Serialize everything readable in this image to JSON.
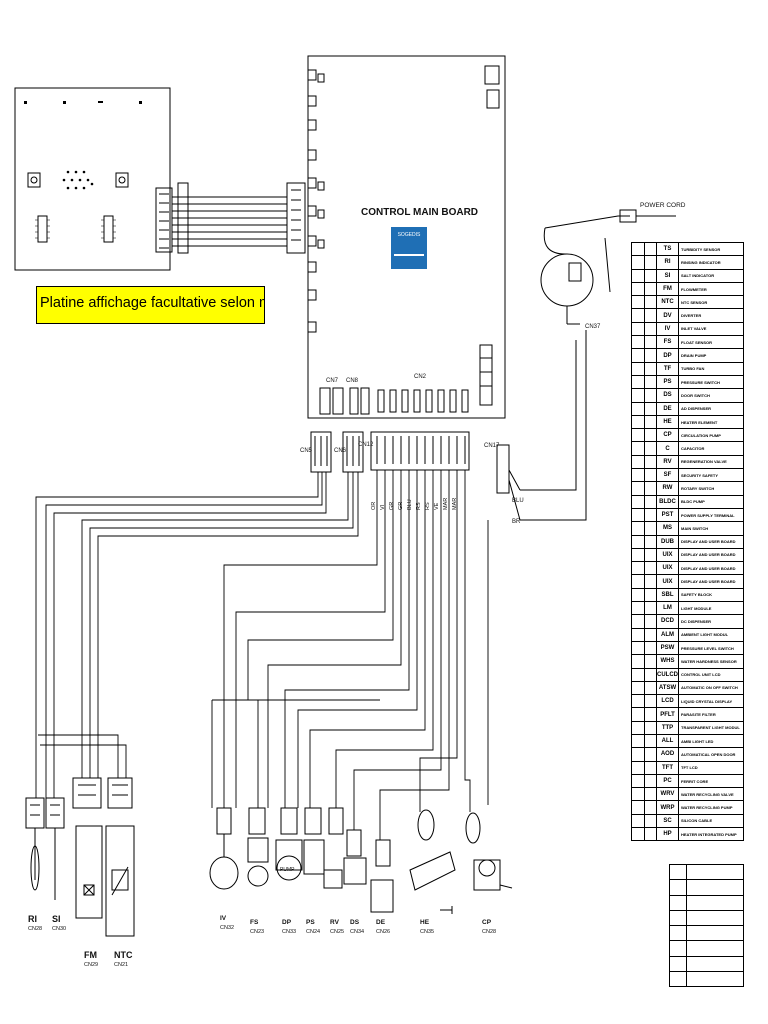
{
  "display_note": "Platine affichage facultative selon modèle",
  "board_title": "CONTROL MAIN BOARD",
  "brand_logo": "SOGEDIS",
  "power_cord_label": "POWER CORD",
  "connectors": {
    "cn7": "CN7",
    "cn8": "CN8",
    "cn2": "CN2",
    "cn5": "CN5",
    "cn6": "CN6",
    "cn12": "CN12",
    "cn17": "CN17",
    "cn37": "CN37"
  },
  "cn12_wire_labels": [
    "OR",
    "VI",
    "GR",
    "GR",
    "BLU",
    "RS",
    "RS",
    "VE",
    "MAR",
    "MAR"
  ],
  "power_wires": {
    "blu": "BLU",
    "br": "BR"
  },
  "components": [
    {
      "code": "RI",
      "cn": "CN28"
    },
    {
      "code": "SI",
      "cn": "CN30"
    },
    {
      "code": "FM",
      "cn": "CN29"
    },
    {
      "code": "NTC",
      "cn": "CN21"
    },
    {
      "code": "IV",
      "cn": "CN32"
    },
    {
      "code": "FS",
      "cn": "CN23"
    },
    {
      "code": "DP",
      "cn": "CN33"
    },
    {
      "code": "PS",
      "cn": "CN24"
    },
    {
      "code": "RV",
      "cn": "CN25"
    },
    {
      "code": "DS",
      "cn": "CN34"
    },
    {
      "code": "DE",
      "cn": "CN26"
    },
    {
      "code": "HE",
      "cn": "CN35"
    },
    {
      "code": "CP",
      "cn": "CN28"
    }
  ],
  "pump_label": "PUMP",
  "legend": [
    {
      "code": "TS",
      "desc": "TURBIDITY SENSOR"
    },
    {
      "code": "RI",
      "desc": "RINSING INDICATOR"
    },
    {
      "code": "SI",
      "desc": "SALT INDICATOR"
    },
    {
      "code": "FM",
      "desc": "FLOWMETER"
    },
    {
      "code": "NTC",
      "desc": "NTC SENSOR"
    },
    {
      "code": "DV",
      "desc": "DIVERTER"
    },
    {
      "code": "IV",
      "desc": "INLET VALVE"
    },
    {
      "code": "FS",
      "desc": "FLOAT SENSOR"
    },
    {
      "code": "DP",
      "desc": "DRAIN PUMP"
    },
    {
      "code": "TF",
      "desc": "TURBO FAN"
    },
    {
      "code": "PS",
      "desc": "PRESSURE SWITCH"
    },
    {
      "code": "DS",
      "desc": "DOOR SWITCH"
    },
    {
      "code": "DE",
      "desc": "AD DISPENSER"
    },
    {
      "code": "HE",
      "desc": "HEATER ELEMENT"
    },
    {
      "code": "CP",
      "desc": "CIRCULATION PUMP"
    },
    {
      "code": "C",
      "desc": "CAPACITOR"
    },
    {
      "code": "RV",
      "desc": "REGENERATION VALVE"
    },
    {
      "code": "SF",
      "desc": "SECURITY SAFETY"
    },
    {
      "code": "RW",
      "desc": "ROTARY SWITCH"
    },
    {
      "code": "BLDC",
      "desc": "BLDC PUMP"
    },
    {
      "code": "PST",
      "desc": "POWER SUPPLY TERMINAL"
    },
    {
      "code": "MS",
      "desc": "MAIN SWITCH"
    },
    {
      "code": "DUB",
      "desc": "DISPLAY AND USER BOARD"
    },
    {
      "code": "UIX",
      "desc": "DISPLAY AND USER BOARD"
    },
    {
      "code": "UIX",
      "desc": "DISPLAY AND USER BOARD"
    },
    {
      "code": "UIX",
      "desc": "DISPLAY AND USER BOARD"
    },
    {
      "code": "SBL",
      "desc": "SAFETY BLOCK"
    },
    {
      "code": "LM",
      "desc": "LIGHT MODULE"
    },
    {
      "code": "DCD",
      "desc": "DC DISPENSER"
    },
    {
      "code": "ALM",
      "desc": "AMBIENT LIGHT MODUL"
    },
    {
      "code": "PSW",
      "desc": "PRESSURE LEVEL SWITCH"
    },
    {
      "code": "WHS",
      "desc": "WATER HARDNESS SENSOR"
    },
    {
      "code": "CULCD",
      "desc": "CONTROL UNIT LCD"
    },
    {
      "code": "ATSW",
      "desc": "AUTOMATIC ON OFF SWITCH"
    },
    {
      "code": "LCD",
      "desc": "LIQUID CRYSTAL DISPLAY"
    },
    {
      "code": "PFLT",
      "desc": "PARASITE FILTER"
    },
    {
      "code": "TTP",
      "desc": "TRANSPARENT LIGHT MODUL"
    },
    {
      "code": "ALL",
      "desc": "AMBI LIGHT LED"
    },
    {
      "code": "AOD",
      "desc": "AUTOMATICAL OPEN DOOR"
    },
    {
      "code": "TFT",
      "desc": "TFT LCD"
    },
    {
      "code": "PC",
      "desc": "FERRIT CORE"
    },
    {
      "code": "WRV",
      "desc": "WATER RECYCLING VALVE"
    },
    {
      "code": "WRP",
      "desc": "WATER RECYCLING PUMP"
    },
    {
      "code": "SC",
      "desc": "SILICON CABLE"
    },
    {
      "code": "HP",
      "desc": "HEATER INTEGRATED PUMP"
    }
  ],
  "colors": {
    "note_background": "#ffff00",
    "logo_blue": "#1f6fb5",
    "line": "#000000"
  }
}
